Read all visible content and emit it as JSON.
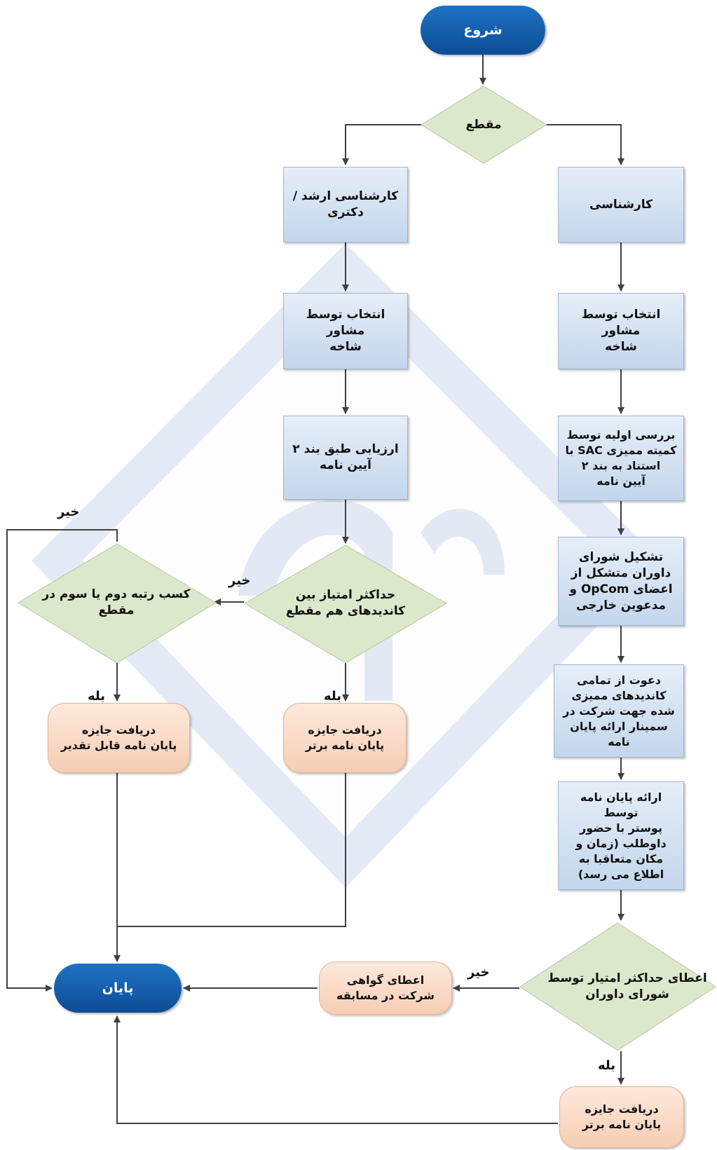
{
  "nodes": {
    "start": "شروع",
    "level": "مقطع",
    "bachelor": "کارشناسی",
    "masters": "کارشناسی ارشد /\nدکتری",
    "select_right": "انتخاب توسط مشاور\nشاخه",
    "select_left": "انتخاب توسط مشاور\nشاخه",
    "review_sac": "بررسی اولیه توسط\nکمیته ممیزی SAC با\nاستناد به بند ۲\nآیین نامه",
    "evaluate": "ارزیابی طبق بند ۲\nآیین نامه",
    "jury_form": "تشکیل شورای\nداوران متشکل از\nاعضای OpCom و\nمدعوین خارجی",
    "max_score_cand": "حداکثر امتیاز بین\nکاندیدهای هم مقطع",
    "second_third": "کسب رتبه دوم یا سوم در\nمقطع",
    "invite": "دعوت از تمامی\nکاندیدهای ممیزی\nشده جهت شرکت در\nسمینار ارائه پایان نامه",
    "award_top_mid": "دریافت جایزه\nپایان نامه برتر",
    "award_merit": "دریافت جایزه\nپایان نامه قابل تقدیر",
    "poster": "ارائه پایان نامه توسط\nپوستر با حضور\nداوطلب (زمان و\nمکان متعاقبا به\nاطلاع می رسد)",
    "jury_max": "اعطای حداکثر امتیار توسط\nشورای داوران",
    "certificate": "اعطای گواهی\nشرکت در مسابقه",
    "end": "پایان",
    "award_top_bottom": "دریافت جایزه\nپایان نامه برتر"
  },
  "labels": {
    "no_top": "خیر",
    "no_mid": "خیر",
    "yes_left": "بله",
    "yes_mid": "بله",
    "no_bottom": "خیر",
    "yes_bottom": "بله"
  },
  "colors": {
    "terminal": "#1565b8",
    "process": "#c9dbef",
    "decision": "#dde8cc",
    "outcome": "#f9d9c4",
    "line": "#404040",
    "watermark": "#d6dff0"
  }
}
